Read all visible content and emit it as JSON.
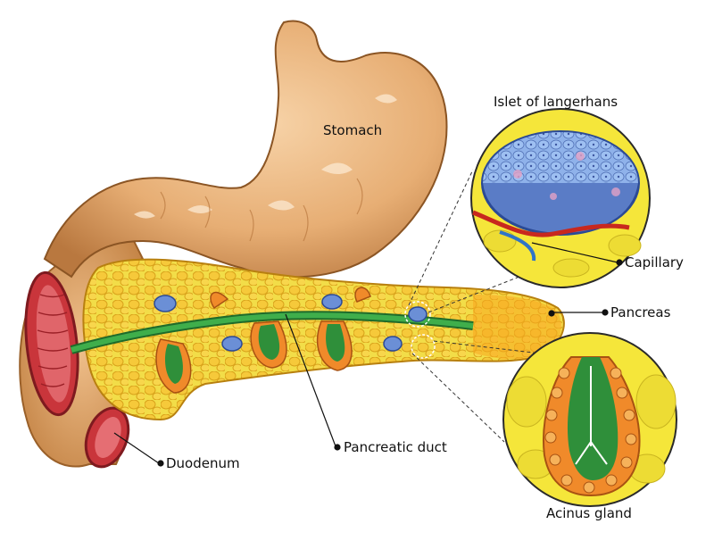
{
  "labels": {
    "stomach": "Stomach",
    "islet": "Islet of langerhans",
    "capillary": "Capillary",
    "pancreas": "Pancreas",
    "pancreatic_duct": "Pancreatic duct",
    "duodenum": "Duodenum",
    "acinus": "Acinus gland"
  },
  "colors": {
    "stomach": "#e9b27a",
    "pancreas": "#f3e04a",
    "pancreas_lobule": "#f7a81f",
    "duct": "#2f8f3a",
    "islet": "#6b8fd6",
    "duodenum_lumen": "#c9353b",
    "callout_bg": "#f5e63a",
    "capillary": "#c8281e"
  }
}
